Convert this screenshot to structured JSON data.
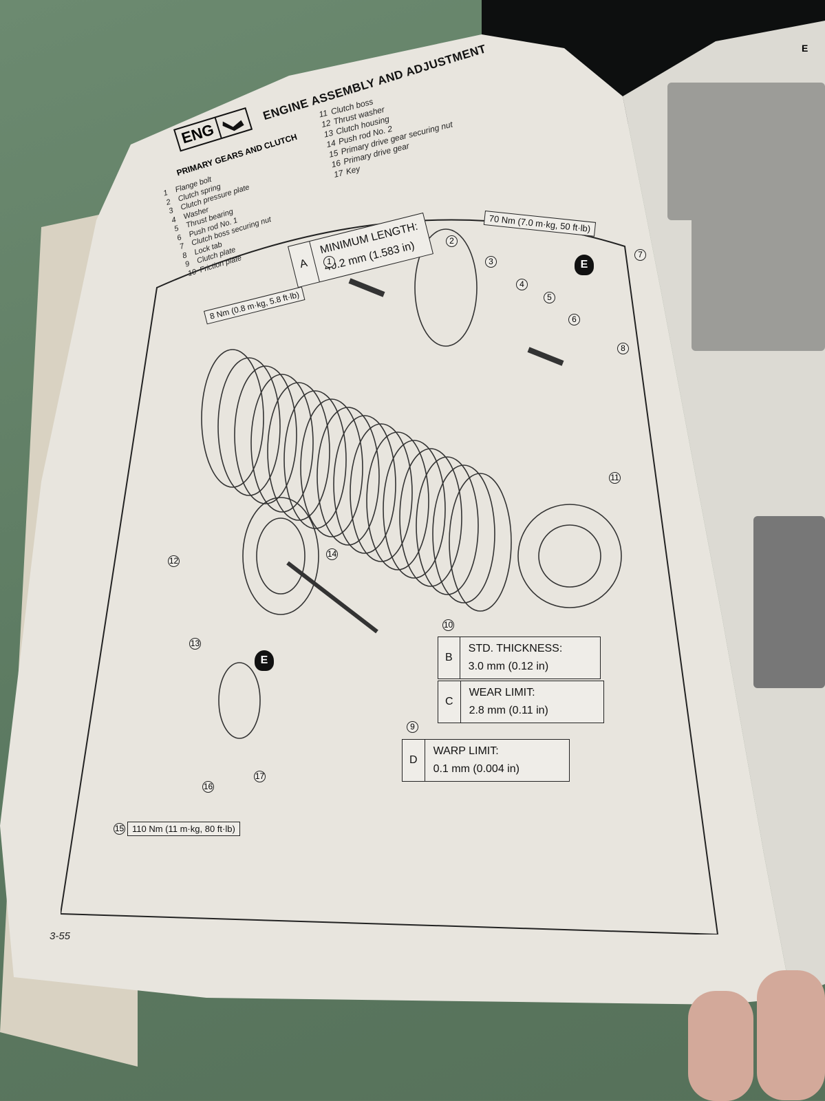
{
  "header": {
    "title": "ENGINE ASSEMBLY AND ADJUSTMENT",
    "badge": "ENG",
    "section": "PRIMARY GEARS AND CLUTCH"
  },
  "parts": [
    {
      "n": "1",
      "name": "Flange bolt"
    },
    {
      "n": "2",
      "name": "Clutch spring"
    },
    {
      "n": "3",
      "name": "Clutch pressure plate"
    },
    {
      "n": "4",
      "name": "Washer"
    },
    {
      "n": "5",
      "name": "Thrust bearing"
    },
    {
      "n": "6",
      "name": "Push rod No. 1"
    },
    {
      "n": "7",
      "name": "Clutch boss securing nut"
    },
    {
      "n": "8",
      "name": "Lock tab"
    },
    {
      "n": "9",
      "name": "Clutch plate"
    },
    {
      "n": "10",
      "name": "Friction plate"
    },
    {
      "n": "11",
      "name": "Clutch boss"
    },
    {
      "n": "12",
      "name": "Thrust washer"
    },
    {
      "n": "13",
      "name": "Clutch housing"
    },
    {
      "n": "14",
      "name": "Push rod No. 2"
    },
    {
      "n": "15",
      "name": "Primary drive gear securing nut"
    },
    {
      "n": "16",
      "name": "Primary drive gear"
    },
    {
      "n": "17",
      "name": "Key"
    }
  ],
  "specs": {
    "a": {
      "key": "A",
      "label": "MINIMUM LENGTH:",
      "value": "40.2 mm (1.583 in)"
    },
    "b": {
      "key": "B",
      "label": "STD. THICKNESS:",
      "value": "3.0 mm (0.12 in)"
    },
    "c": {
      "key": "C",
      "label": "WEAR LIMIT:",
      "value": "2.8 mm (0.11 in)"
    },
    "d": {
      "key": "D",
      "label": "WARP LIMIT:",
      "value": "0.1 mm (0.004 in)"
    }
  },
  "torques": {
    "t1": "8 Nm (0.8 m·kg, 5.8 ft·lb)",
    "t7": "70 Nm (7.0 m·kg, 50 ft·lb)",
    "t15": "110 Nm (11 m·kg, 80 ft·lb)"
  },
  "callouts": [
    "1",
    "2",
    "3",
    "4",
    "5",
    "6",
    "7",
    "8",
    "9",
    "10",
    "11",
    "12",
    "13",
    "14",
    "15",
    "16",
    "17"
  ],
  "oil_mark": "E",
  "page_number": "3-55",
  "right_page_header": "E"
}
